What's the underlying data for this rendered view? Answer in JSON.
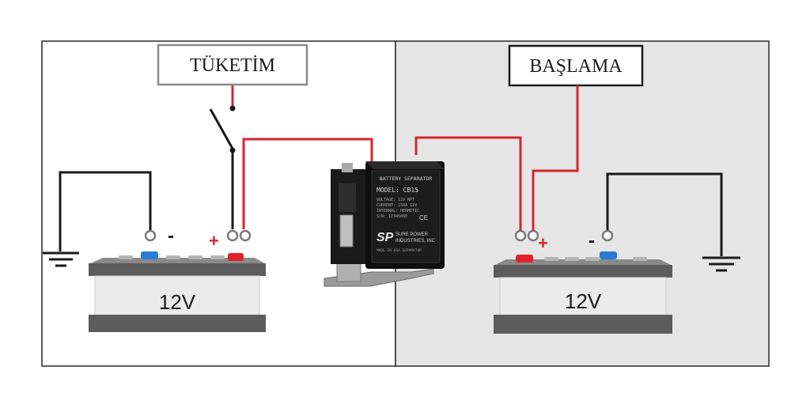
{
  "panels": {
    "left": {
      "label": "TÜKETİM"
    },
    "right": {
      "label": "BAŞLAMA"
    }
  },
  "batteries": {
    "left": {
      "voltage": "12V",
      "positive_sign": "+",
      "negative_sign": "-"
    },
    "right": {
      "voltage": "12V",
      "positive_sign": "+",
      "negative_sign": "-"
    }
  },
  "device": {
    "title": "BATTERY SEPARATOR",
    "model": "MODEL: CB15",
    "spec_lines": [
      "VOLTAGE: 12V NPT",
      "CURRENT: 150A 12V",
      "INTERNAL: HERMETIC",
      "S/N: 12345660"
    ],
    "brand_logo": "SP",
    "brand_name_1": "SURE POWER",
    "brand_name_2": "INDUSTRIES, INC",
    "footer": "MADE IN USA  SEPARATOR",
    "ce_mark": "CE"
  },
  "colors": {
    "wire_red": "#d7262e",
    "wire_black": "#1a1a1a",
    "panel_right_bg": "#e6e6e6",
    "terminal_positive": "#e0212a",
    "terminal_negative": "#2a7bd4",
    "battery_top": "#5c5c5c",
    "battery_body": "#ebebeb"
  },
  "icons": [
    "ground-symbol",
    "switch-symbol",
    "ring-terminal"
  ]
}
